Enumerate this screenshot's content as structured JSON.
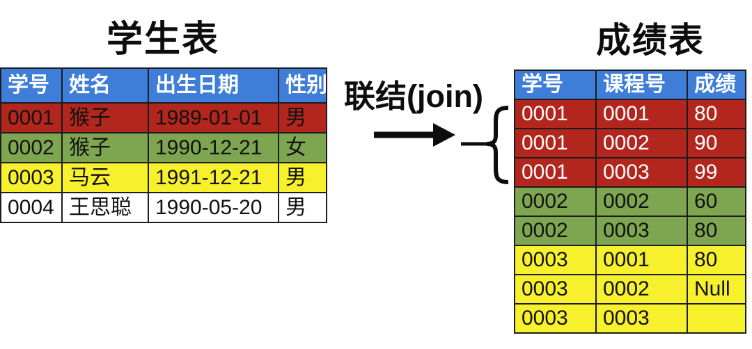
{
  "student_table": {
    "title": "学生表",
    "headers": [
      "学号",
      "姓名",
      "出生日期",
      "性别"
    ],
    "rows": [
      {
        "highlight": "red",
        "cells": [
          "0001",
          "猴子",
          "1989-01-01",
          "男"
        ]
      },
      {
        "highlight": "green",
        "cells": [
          "0002",
          "猴子",
          "1990-12-21",
          "女"
        ]
      },
      {
        "highlight": "yellow",
        "cells": [
          "0003",
          "马云",
          "1991-12-21",
          "男"
        ]
      },
      {
        "highlight": "white",
        "cells": [
          "0004",
          "王思聪",
          "1990-05-20",
          "男"
        ]
      }
    ]
  },
  "join": {
    "label": "联结(join)"
  },
  "score_table": {
    "title": "成绩表",
    "headers": [
      "学号",
      "课程号",
      "成绩"
    ],
    "rows": [
      {
        "highlight": "red",
        "cells": [
          "0001",
          "0001",
          "80"
        ]
      },
      {
        "highlight": "red",
        "cells": [
          "0001",
          "0002",
          "90"
        ]
      },
      {
        "highlight": "red",
        "cells": [
          "0001",
          "0003",
          "99"
        ]
      },
      {
        "highlight": "green",
        "cells": [
          "0002",
          "0002",
          "60"
        ]
      },
      {
        "highlight": "green",
        "cells": [
          "0002",
          "0003",
          "80"
        ]
      },
      {
        "highlight": "yellow",
        "cells": [
          "0003",
          "0001",
          "80"
        ]
      },
      {
        "highlight": "yellow",
        "cells": [
          "0003",
          "0002",
          "Null"
        ]
      },
      {
        "highlight": "yellow",
        "cells": [
          "0003",
          "0003",
          ""
        ]
      }
    ]
  },
  "colors": {
    "header_blue": "#3e7dd8",
    "row_red": "#b3261e",
    "row_green": "#7ea650",
    "row_yellow": "#f7f02d",
    "row_white": "#ffffff",
    "border_dark": "#1c1c1c",
    "ink_black": "#0d0d0d"
  }
}
